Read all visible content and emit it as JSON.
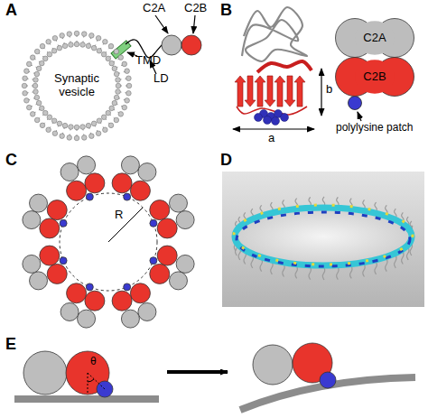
{
  "diagram": {
    "nodes": [
      {
        "text": [
          "Synaptic vesicle"
        ]
      },
      {
        "text": [
          "C2A"
        ]
      },
      {
        "text": [
          "C2B"
        ]
      }
    ],
    "labels": [
      "A",
      "C2A",
      "C2B",
      "TMD",
      "LD",
      "B",
      "a",
      "b",
      "polylysine patch",
      "C",
      "R",
      "D",
      "E",
      "θ"
    ]
  }
}
